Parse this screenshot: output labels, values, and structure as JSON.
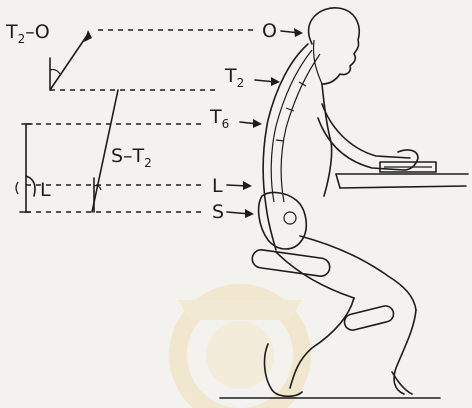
{
  "labels": {
    "occiput": "O",
    "t2_main": "T",
    "t2_sub": "2",
    "t6_main": "T",
    "t6_sub": "6",
    "lumbar": "L",
    "sacrum": "S",
    "angle_t2o_a": "T",
    "angle_t2o_sub": "2",
    "angle_t2o_b": "–O",
    "angle_st2_a": "S–T",
    "angle_st2_sub": "2",
    "angle_l": "L"
  },
  "colors": {
    "ink": "#1d1d1d",
    "paper": "#f4f2ee",
    "watermark": "#efd9a8"
  },
  "icons": {
    "watermark": "seal-watermark"
  }
}
